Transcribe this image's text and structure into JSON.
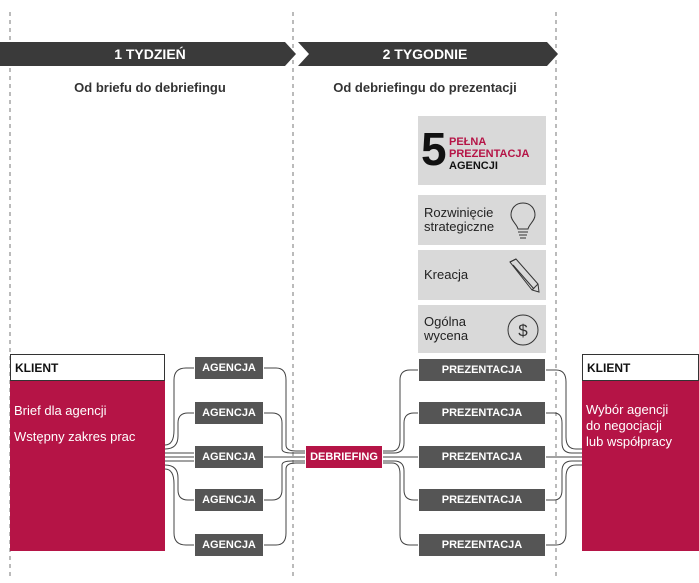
{
  "phases": [
    {
      "title": "1 TYDZIEŃ",
      "subtitle": "Od briefu do debriefingu"
    },
    {
      "title": "2 TYGODNIE",
      "subtitle": "Od debriefingu do prezentacji"
    }
  ],
  "badge": {
    "number": "5",
    "line1": "PEŁNA",
    "line2": "PREZENTACJA",
    "line3": "AGENCJI"
  },
  "steps": [
    {
      "label_line1": "Rozwinięcie",
      "label_line2": "strategiczne",
      "icon": "lightbulb-icon"
    },
    {
      "label_line1": "Kreacja",
      "label_line2": "",
      "icon": "pencil-icon"
    },
    {
      "label_line1": "Ogólna",
      "label_line2": "wycena",
      "icon": "dollar-coin-icon"
    }
  ],
  "client_left": {
    "title": "KLIENT",
    "line1": "Brief dla agencji",
    "line2": "Wstępny zakres prac"
  },
  "client_right": {
    "title": "KLIENT",
    "line1": "Wybór agencji",
    "line2": "do negocjacji",
    "line3": "lub współpracy"
  },
  "agencies": [
    "AGENCJA",
    "AGENCJA",
    "AGENCJA",
    "AGENCJA",
    "AGENCJA"
  ],
  "debriefing": "DEBRIEFING",
  "presentations": [
    "PREZENTACJA",
    "PREZENTACJA",
    "PREZENTACJA",
    "PREZENTACJA",
    "PREZENTACJA"
  ],
  "colors": {
    "accent": "#b51446",
    "dark": "#3a3a3a",
    "box": "#555555",
    "panel": "#d9d9d9"
  }
}
